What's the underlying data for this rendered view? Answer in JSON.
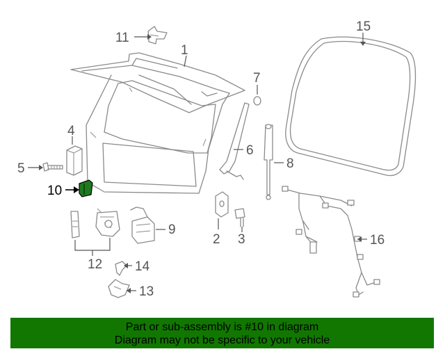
{
  "diagram": {
    "callouts": [
      "1",
      "2",
      "3",
      "4",
      "5",
      "6",
      "7",
      "8",
      "9",
      "10",
      "11",
      "12",
      "13",
      "14",
      "15",
      "16"
    ],
    "highlighted_part": "10",
    "highlight_color": "#1f7a1f"
  },
  "banner": {
    "line1": "Part or sub-assembly is #10 in diagram",
    "line2": "Diagram may not be specific to your vehicle",
    "background": "#117700"
  }
}
